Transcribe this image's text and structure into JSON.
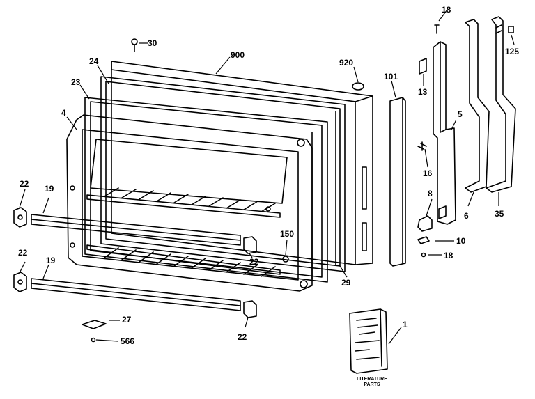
{
  "diagram": {
    "callouts": {
      "c18a": "18",
      "c30": "30",
      "c900": "900",
      "c920": "920",
      "c24": "24",
      "c23": "23",
      "c4": "4",
      "c101": "101",
      "c13": "13",
      "c5": "5",
      "c125": "125",
      "c16": "16",
      "c22a": "22",
      "c19a": "19",
      "c150": "150",
      "c22b": "22",
      "c22c": "22",
      "c19b": "19",
      "c29": "29",
      "c8": "8",
      "c6": "6",
      "c35": "35",
      "c10": "10",
      "c18b": "18",
      "c27": "27",
      "c566": "566",
      "c22d": "22",
      "c1": "1"
    },
    "literature_label": [
      "LITERATURE",
      "PARTS"
    ]
  }
}
